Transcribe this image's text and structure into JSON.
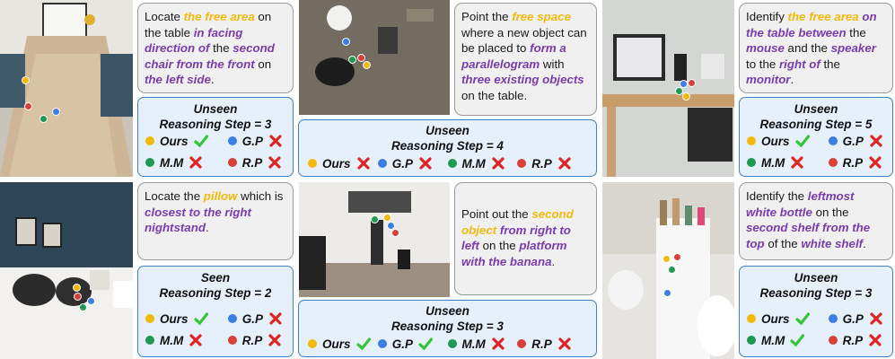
{
  "legend": {
    "ours": "Ours",
    "gp": "G.P",
    "mm": "M.M",
    "rp": "R.P",
    "colors": {
      "ours": "#f2b90a",
      "gp": "#3d7ee6",
      "mm": "#1f9a52",
      "rp": "#d9403a",
      "check": "#35c43a",
      "cross": "#e02424"
    }
  },
  "panels": [
    {
      "prompt": [
        {
          "t": "Locate ",
          "s": ""
        },
        {
          "t": "the free area",
          "s": "y"
        },
        {
          "t": " on the table ",
          "s": ""
        },
        {
          "t": "in facing direction of",
          "s": "p"
        },
        {
          "t": " the ",
          "s": ""
        },
        {
          "t": "second chair from the front",
          "s": "p"
        },
        {
          "t": " on ",
          "s": ""
        },
        {
          "t": "the left side",
          "s": "p"
        },
        {
          "t": ".",
          "s": ""
        }
      ],
      "result": {
        "line1": "Unseen",
        "line2": "Reasoning Step = 3",
        "ours": "check",
        "gp": "cross",
        "mm": "cross",
        "rp": "cross"
      }
    },
    {
      "prompt": [
        {
          "t": "Point the ",
          "s": ""
        },
        {
          "t": "free space",
          "s": "y"
        },
        {
          "t": " where a new object can be placed to ",
          "s": ""
        },
        {
          "t": "form a parallelogram",
          "s": "p"
        },
        {
          "t": " with ",
          "s": ""
        },
        {
          "t": "three existing objects",
          "s": "p"
        },
        {
          "t": " on the table.",
          "s": ""
        }
      ],
      "result": {
        "line1": "Unseen",
        "line2": "Reasoning Step = 4",
        "ours": "cross",
        "gp": "cross",
        "mm": "cross",
        "rp": "cross"
      }
    },
    {
      "prompt": [
        {
          "t": "Identify ",
          "s": ""
        },
        {
          "t": "the free area",
          "s": "y"
        },
        {
          "t": " ",
          "s": ""
        },
        {
          "t": "on the table between",
          "s": "p"
        },
        {
          "t": " the ",
          "s": ""
        },
        {
          "t": "mouse",
          "s": "p"
        },
        {
          "t": " and the ",
          "s": ""
        },
        {
          "t": "speaker",
          "s": "p"
        },
        {
          "t": " to the ",
          "s": ""
        },
        {
          "t": "right of",
          "s": "p"
        },
        {
          "t": " the ",
          "s": ""
        },
        {
          "t": "monitor",
          "s": "p"
        },
        {
          "t": ".",
          "s": ""
        }
      ],
      "result": {
        "line1": "Unseen",
        "line2": "Reasoning Step = 5",
        "ours": "check",
        "gp": "cross",
        "mm": "cross",
        "rp": "cross"
      }
    },
    {
      "prompt": [
        {
          "t": "Locate the ",
          "s": ""
        },
        {
          "t": "pillow",
          "s": "y"
        },
        {
          "t": " which is ",
          "s": ""
        },
        {
          "t": "closest to the right nightstand",
          "s": "p"
        },
        {
          "t": ".",
          "s": ""
        }
      ],
      "result": {
        "line1": "Seen",
        "line2": "Reasoning Step = 2",
        "ours": "check",
        "gp": "cross",
        "mm": "cross",
        "rp": "cross"
      }
    },
    {
      "prompt": [
        {
          "t": "Point out the ",
          "s": ""
        },
        {
          "t": "second object",
          "s": "y"
        },
        {
          "t": " ",
          "s": ""
        },
        {
          "t": "from right to left",
          "s": "p"
        },
        {
          "t": " on the ",
          "s": ""
        },
        {
          "t": "platform with the banana",
          "s": "p"
        },
        {
          "t": ".",
          "s": ""
        }
      ],
      "result": {
        "line1": "Unseen",
        "line2": "Reasoning Step = 3",
        "ours": "check",
        "gp": "check",
        "mm": "cross",
        "rp": "cross"
      }
    },
    {
      "prompt": [
        {
          "t": "Identify the ",
          "s": ""
        },
        {
          "t": "leftmost",
          "s": "p"
        },
        {
          "t": " ",
          "s": ""
        },
        {
          "t": "white bottle",
          "s": "p"
        },
        {
          "t": " on the ",
          "s": ""
        },
        {
          "t": "second shelf from the top",
          "s": "p"
        },
        {
          "t": " of the ",
          "s": ""
        },
        {
          "t": "white shelf",
          "s": "p"
        },
        {
          "t": ".",
          "s": ""
        }
      ],
      "result": {
        "line1": "Unseen",
        "line2": "Reasoning Step = 3",
        "ours": "check",
        "gp": "cross",
        "mm": "check",
        "rp": "cross"
      }
    }
  ]
}
